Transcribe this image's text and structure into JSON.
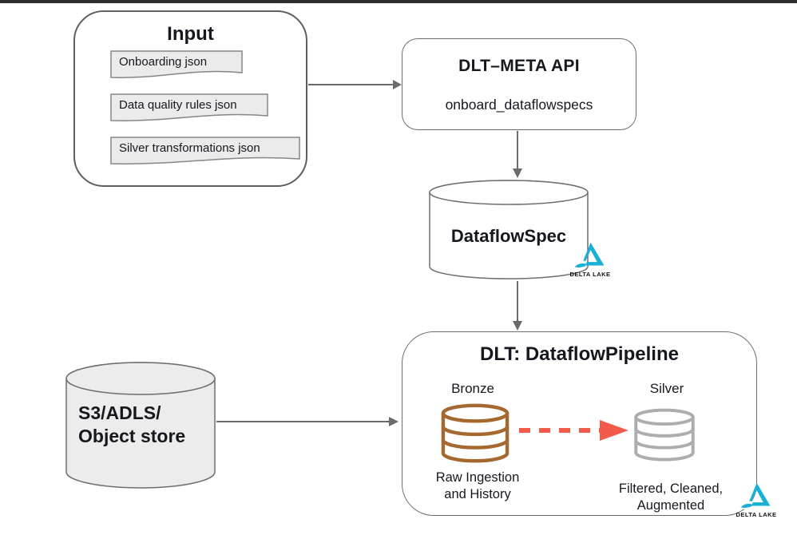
{
  "diagram": {
    "input": {
      "title": "Input",
      "documents": [
        "Onboarding json",
        "Data quality rules json",
        "Silver transformations json"
      ]
    },
    "api": {
      "title": "DLT–META API",
      "method": "onboard_dataflowspecs"
    },
    "dataflowspec": {
      "label": "DataflowSpec"
    },
    "pipeline": {
      "title": "DLT: DataflowPipeline",
      "bronze": {
        "label": "Bronze",
        "caption": [
          "Raw Ingestion",
          "and History"
        ]
      },
      "silver": {
        "label": "Silver",
        "caption": [
          "Filtered, Cleaned,",
          "Augmented"
        ]
      }
    },
    "storage": {
      "label": [
        "S3/ADLS/",
        "Object store"
      ]
    },
    "delta_lake": {
      "label": "DELTA LAKE"
    },
    "colors": {
      "bronze": "#a5682f",
      "silver": "#adadad",
      "flow_arrow_red": "#f25a4a",
      "connector_gray": "#6b6b6b",
      "delta_cyan": "#1ab0d4",
      "document_fill": "#ebebeb",
      "storage_fill": "#ececec"
    }
  }
}
